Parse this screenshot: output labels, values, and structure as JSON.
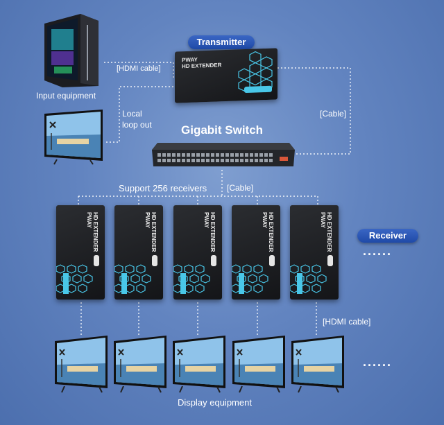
{
  "labels": {
    "transmitter": "Transmitter",
    "input_equipment": "Input equipment",
    "hdmi_cable_top": "[HDMI cable]",
    "local_loop_out": "Local\nloop out",
    "cable_right": "[Cable]",
    "gigabit_switch": "Gigabit Switch",
    "support_receivers": "Support 256 receivers",
    "cable_mid": "[Cable]",
    "receiver": "Receiver",
    "hdmi_cable_bottom": "[HDMI cable]",
    "display_equipment": "Display equipment",
    "ellipsis": "......"
  },
  "device_text": {
    "brand": "PWAY",
    "model": "HD EXTENDER"
  },
  "colors": {
    "background": "#6284c0",
    "pill": "#2452b2",
    "accent_cyan": "#49c7e8",
    "device_body": "#1d1f22"
  }
}
